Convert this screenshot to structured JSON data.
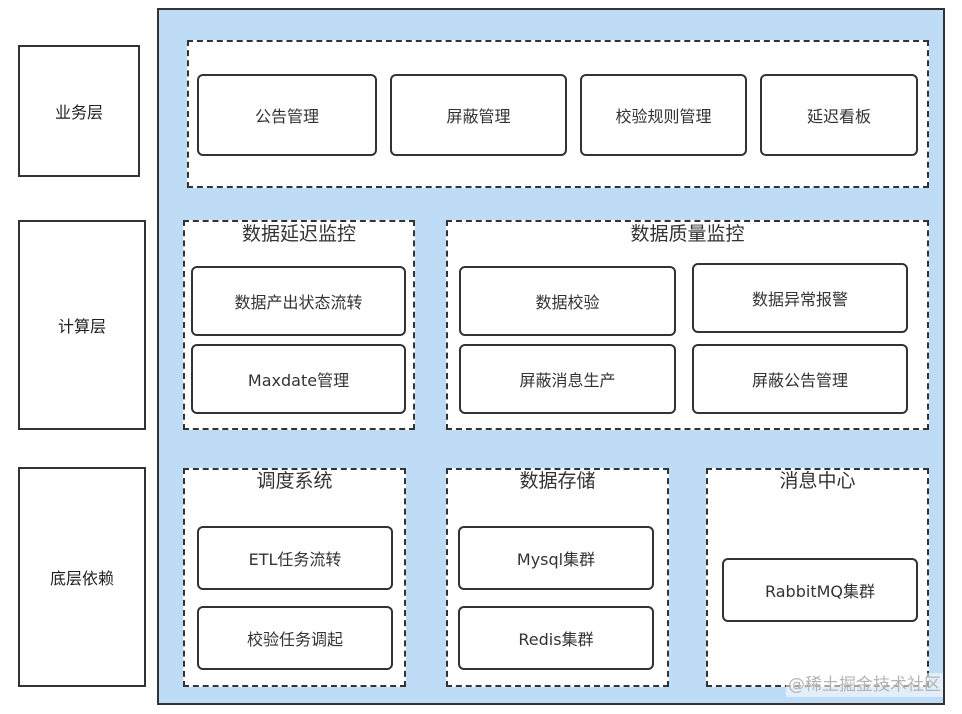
{
  "layers": {
    "business": "业务层",
    "compute": "计算层",
    "base": "底层依赖"
  },
  "business": {
    "items": [
      "公告管理",
      "屏蔽管理",
      "校验规则管理",
      "延迟看板"
    ]
  },
  "compute": {
    "latency": {
      "title": "数据延迟监控",
      "items": [
        "数据产出状态流转",
        "Maxdate管理"
      ]
    },
    "quality": {
      "title": "数据质量监控",
      "items": [
        "数据校验",
        "数据异常报警",
        "屏蔽消息生产",
        "屏蔽公告管理"
      ]
    }
  },
  "base": {
    "scheduler": {
      "title": "调度系统",
      "items": [
        "ETL任务流转",
        "校验任务调起"
      ]
    },
    "storage": {
      "title": "数据存储",
      "items": [
        "Mysql集群",
        "Redis集群"
      ]
    },
    "messaging": {
      "title": "消息中心",
      "items": [
        "RabbitMQ集群"
      ]
    }
  },
  "watermark": "@稀土掘金技术社区",
  "colors": {
    "panel_fill": "#bfdcf7",
    "border": "#333333"
  }
}
